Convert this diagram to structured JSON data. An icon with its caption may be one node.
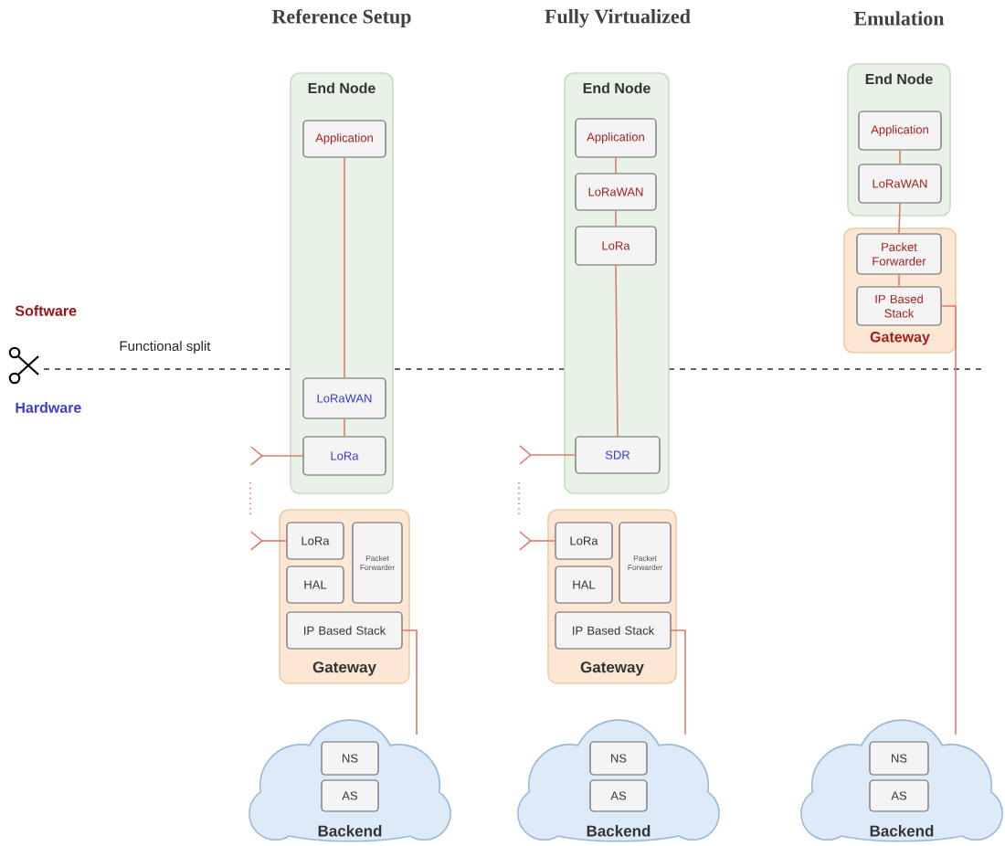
{
  "diagram": {
    "nodes": [
      {
        "text": [
          "End Node"
        ]
      },
      {
        "text": [
          "Application"
        ],
        "in": 0
      },
      {
        "text": [
          "LoRaWAN"
        ],
        "in": 0
      },
      {
        "text": [
          "LoRa"
        ],
        "in": 0
      },
      {
        "text": [
          "Gateway"
        ]
      },
      {
        "text": [
          "LoRa"
        ],
        "in": 4
      },
      {
        "text": [
          "HAL"
        ],
        "in": 4
      },
      {
        "text": [
          "Packet Forwarder"
        ],
        "in": 4
      },
      {
        "text": [
          "IP Based Stack"
        ],
        "in": 4
      },
      {
        "text": [
          "Backend"
        ]
      },
      {
        "text": [
          "NS"
        ],
        "in": 9
      },
      {
        "text": [
          "AS"
        ],
        "in": 9
      },
      {
        "text": [
          "End Node"
        ]
      },
      {
        "text": [
          "Application"
        ],
        "in": 12
      },
      {
        "text": [
          "LoRaWAN"
        ],
        "in": 12
      },
      {
        "text": [
          "LoRa"
        ],
        "in": 12
      },
      {
        "text": [
          "SDR"
        ],
        "in": 12
      },
      {
        "text": [
          "Gateway"
        ]
      },
      {
        "text": [
          "LoRa"
        ],
        "in": 17
      },
      {
        "text": [
          "HAL"
        ],
        "in": 17
      },
      {
        "text": [
          "Packet Forwarder"
        ],
        "in": 17
      },
      {
        "text": [
          "IP Based Stack"
        ],
        "in": 17
      },
      {
        "text": [
          "Backend"
        ]
      },
      {
        "text": [
          "NS"
        ],
        "in": 22
      },
      {
        "text": [
          "AS"
        ],
        "in": 22
      },
      {
        "text": [
          "End Node"
        ]
      },
      {
        "text": [
          "Application"
        ],
        "in": 25
      },
      {
        "text": [
          "LoRaWAN"
        ],
        "in": 25
      },
      {
        "text": [
          "Gateway"
        ]
      },
      {
        "text": [
          "Packet Forwarder"
        ],
        "in": 28
      },
      {
        "text": [
          "IP Based Stack"
        ],
        "in": 28
      },
      {
        "text": [
          "Backend"
        ]
      },
      {
        "text": [
          "NS"
        ],
        "in": 31
      },
      {
        "text": [
          "AS"
        ],
        "in": 31
      }
    ],
    "edges": [
      {
        "from": 1,
        "to": 2,
        "arrow": "none"
      },
      {
        "from": 2,
        "to": 3,
        "arrow": "none"
      },
      {
        "from": 3,
        "to": null,
        "arrow": "other"
      },
      {
        "from": 5,
        "to": null,
        "arrow": "other"
      },
      {
        "from": 8,
        "to": 9,
        "arrow": "none"
      },
      {
        "from": 13,
        "to": 14,
        "arrow": "none"
      },
      {
        "from": 14,
        "to": 15,
        "arrow": "none"
      },
      {
        "from": 15,
        "to": 16,
        "arrow": "none"
      },
      {
        "from": 16,
        "to": null,
        "arrow": "other"
      },
      {
        "from": 18,
        "to": null,
        "arrow": "other"
      },
      {
        "from": 21,
        "to": 22,
        "arrow": "none"
      },
      {
        "from": 26,
        "to": 27,
        "arrow": "none"
      },
      {
        "from": 27,
        "to": 29,
        "arrow": "none"
      },
      {
        "from": 29,
        "to": 30,
        "arrow": "none"
      },
      {
        "from": 30,
        "to": 31,
        "arrow": "none"
      }
    ],
    "labels": [
      "Reference Setup",
      "Fully Virtualized",
      "Emulation",
      "Software",
      "Functional split",
      "Hardware"
    ]
  }
}
